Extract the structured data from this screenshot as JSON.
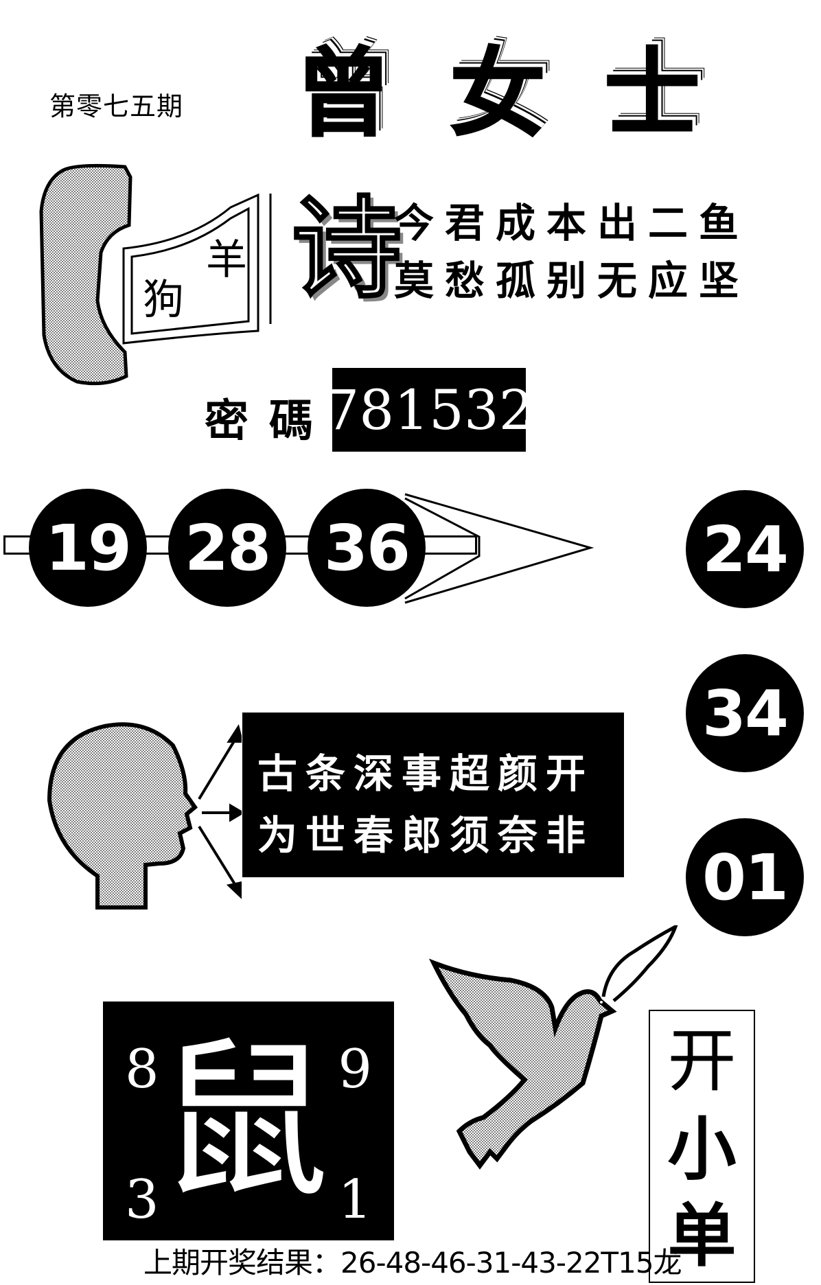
{
  "header": {
    "issue_label": "第零七五期",
    "title_chars": [
      "曾",
      "女",
      "士"
    ]
  },
  "riddle_card": {
    "card_zodiacs": [
      "狗",
      "羊"
    ],
    "poem_label": "诗",
    "poem_lines": [
      "今君成本出二鱼",
      "莫愁孤别无应坚"
    ]
  },
  "password": {
    "label": "密碼",
    "value": "781532"
  },
  "number_row": {
    "balls": [
      "19",
      "28",
      "36"
    ]
  },
  "number_column": {
    "balls": [
      "24",
      "34",
      "01"
    ]
  },
  "speech": {
    "lines": [
      "古条深事超颜开",
      "为世春郎须奈非"
    ]
  },
  "zodiac_card": {
    "zodiac": "鼠",
    "corner_numbers": {
      "top_left": "8",
      "top_right": "9",
      "bottom_left": "3",
      "bottom_right": "1"
    }
  },
  "hint_box": {
    "chars": [
      "开",
      "小",
      "单"
    ]
  },
  "footer": {
    "last_result": "上期开奖结果：26-48-46-31-43-22T15龙"
  },
  "colors": {
    "ink": "#000000",
    "paper": "#ffffff",
    "halftone": "#9a9a9a"
  }
}
